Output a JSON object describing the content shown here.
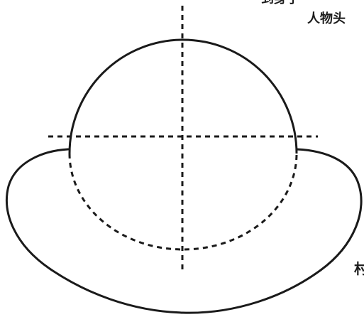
{
  "labels": {
    "top_cropped": "到身子",
    "second_line": "人物头",
    "side_cropped": "村"
  },
  "colors": {
    "stroke": "#1a1a1a",
    "background": "#ffffff"
  }
}
